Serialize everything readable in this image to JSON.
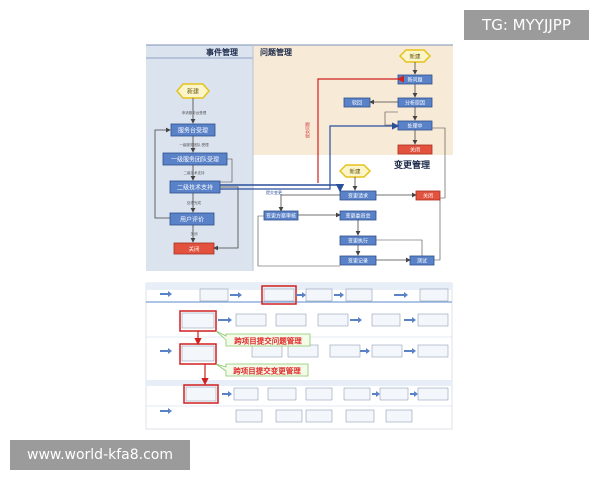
{
  "watermarks": {
    "top_right": "TG: MYYJJPP",
    "bottom_left": "www.world-kfa8.com"
  },
  "top_diagram": {
    "headers": {
      "incident": "事件管理",
      "problem": "问题管理",
      "change": "变更管理"
    },
    "incident_flow": {
      "start": "新建",
      "note_apply": "申请服务台受理",
      "desk": "服务台受理",
      "note_dispatch": "一级服务团队-受理",
      "level1": "一级服务团队受理",
      "note_level2": "二级技术支持",
      "level2": "二级技术支持",
      "note_done": "处理完成",
      "eval": "用户评价",
      "note_close": "关闭",
      "close": "关闭"
    },
    "problem_flow": {
      "start": "新建",
      "new_problem": "新问题",
      "analysis": "分析原因",
      "reject": "驳回",
      "in_progress": "处理中",
      "closed": "关闭",
      "vlabel": "提交问题"
    },
    "change_flow": {
      "start": "新建",
      "request": "变更请求",
      "close": "关闭",
      "plan_review": "变更方案审核",
      "committee": "变更委员会",
      "execute": "变更执行",
      "record": "变更记录",
      "test": "测试",
      "submit_label": "提交变更"
    }
  },
  "bottom_diagram": {
    "callout_problem": "跨项目提交问题管理",
    "callout_change": "跨项目提交变更管理"
  }
}
